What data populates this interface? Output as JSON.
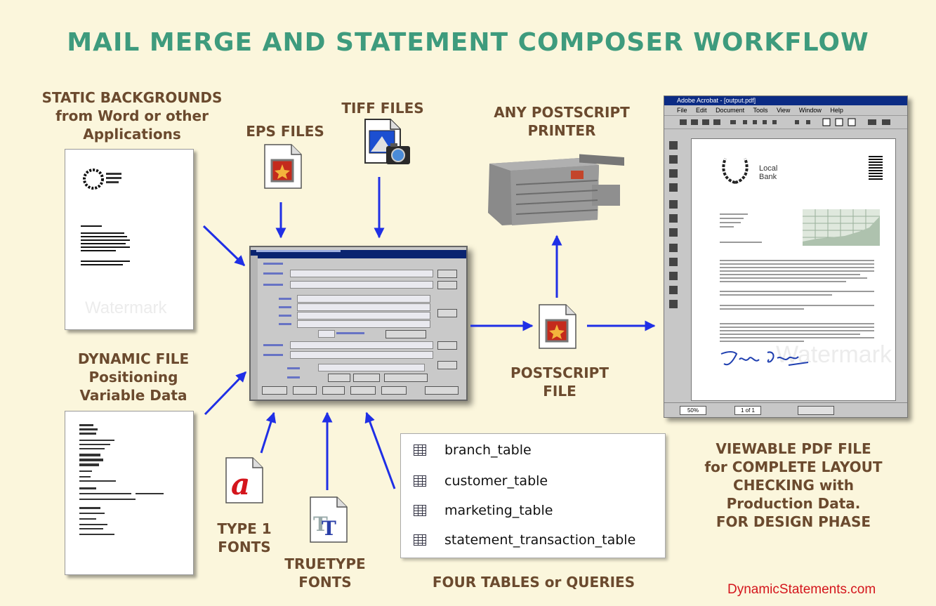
{
  "title": "MAIL MERGE AND STATEMENT COMPOSER WORKFLOW",
  "labels": {
    "static_backgrounds": [
      "STATIC BACKGROUNDS",
      "from Word or other",
      "Applications"
    ],
    "eps_files": [
      "EPS FILES"
    ],
    "tiff_files": [
      "TIFF FILES"
    ],
    "postscript_printer": [
      "ANY POSTSCRIPT",
      "PRINTER"
    ],
    "dynamic_file": [
      "DYNAMIC FILE",
      "Positioning",
      "Variable Data"
    ],
    "postscript_file": [
      "POSTSCRIPT",
      "FILE"
    ],
    "type1_fonts": [
      "TYPE 1",
      "FONTS"
    ],
    "truetype_fonts": [
      "TRUETYPE",
      "FONTS"
    ],
    "four_tables": [
      "FOUR TABLES or QUERIES"
    ],
    "viewable_pdf": [
      "VIEWABLE PDF FILE",
      "for COMPLETE LAYOUT",
      "CHECKING with",
      "Production Data.",
      "FOR DESIGN PHASE"
    ]
  },
  "tables": [
    "branch_table",
    "customer_table",
    "marketing_table",
    "statement_transaction_table"
  ],
  "acrobat": {
    "window_title": "Adobe Acrobat - [output.pdf]",
    "menu": [
      "File",
      "Edit",
      "Document",
      "Tools",
      "View",
      "Window",
      "Help"
    ],
    "bank_name": [
      "Local",
      "Bank"
    ],
    "watermark": "Watermark",
    "zoom": "50%",
    "page_counter": "1 of 1"
  },
  "static_watermark": "Watermark",
  "brand": "DynamicStatements.com",
  "colors": {
    "title": "#3e9b7d",
    "label": "#6b4a2e",
    "arrow": "#1f2fe6",
    "brand": "#d4151c",
    "background": "#fbf6dc"
  }
}
